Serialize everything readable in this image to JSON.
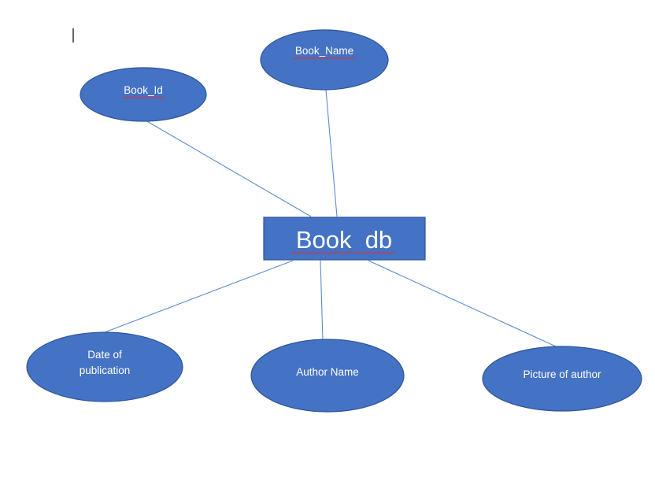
{
  "diagram": {
    "entity": {
      "label": "Book  db"
    },
    "attributes": [
      {
        "id": "book-id",
        "label": "Book_Id"
      },
      {
        "id": "book-name",
        "label": "Book_Name"
      },
      {
        "id": "date-of-publication",
        "label_line1": "Date of",
        "label_line2": "publication"
      },
      {
        "id": "author-name",
        "label": "Author Name"
      },
      {
        "id": "picture-of-author",
        "label": "Picture of author"
      }
    ]
  },
  "colors": {
    "shape_fill": "#4472c4",
    "shape_border": "#2f5597",
    "connector": "#5b8bd0",
    "spellcheck_underline": "#e03030"
  }
}
